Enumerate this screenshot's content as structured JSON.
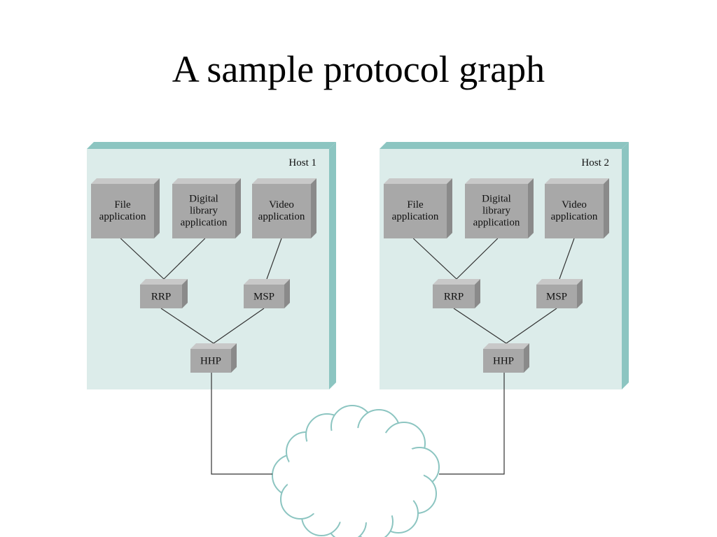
{
  "title": "A sample protocol graph",
  "colors": {
    "panel_face": "#dcecea",
    "panel_edge": "#8cc5c1",
    "box_face": "#a8a8a8",
    "box_top": "#c8c8c8",
    "box_side": "#8a8a8a",
    "line": "#333333",
    "cloud_fill": "#ffffff",
    "cloud_stroke": "#8cc5c1"
  },
  "hosts": [
    {
      "label": "Host 1",
      "applications": [
        {
          "lines": [
            "File",
            "application"
          ]
        },
        {
          "lines": [
            "Digital",
            "library",
            "application"
          ]
        },
        {
          "lines": [
            "Video",
            "application"
          ]
        }
      ],
      "protocols": {
        "rrp": "RRP",
        "msp": "MSP",
        "hhp": "HHP"
      }
    },
    {
      "label": "Host 2",
      "applications": [
        {
          "lines": [
            "File",
            "application"
          ]
        },
        {
          "lines": [
            "Digital",
            "library",
            "application"
          ]
        },
        {
          "lines": [
            "Video",
            "application"
          ]
        }
      ],
      "protocols": {
        "rrp": "RRP",
        "msp": "MSP",
        "hhp": "HHP"
      }
    }
  ],
  "edges": [
    [
      "file-application",
      "rrp"
    ],
    [
      "digital-library-application",
      "rrp"
    ],
    [
      "video-application",
      "msp"
    ],
    [
      "rrp",
      "hhp"
    ],
    [
      "msp",
      "hhp"
    ]
  ]
}
